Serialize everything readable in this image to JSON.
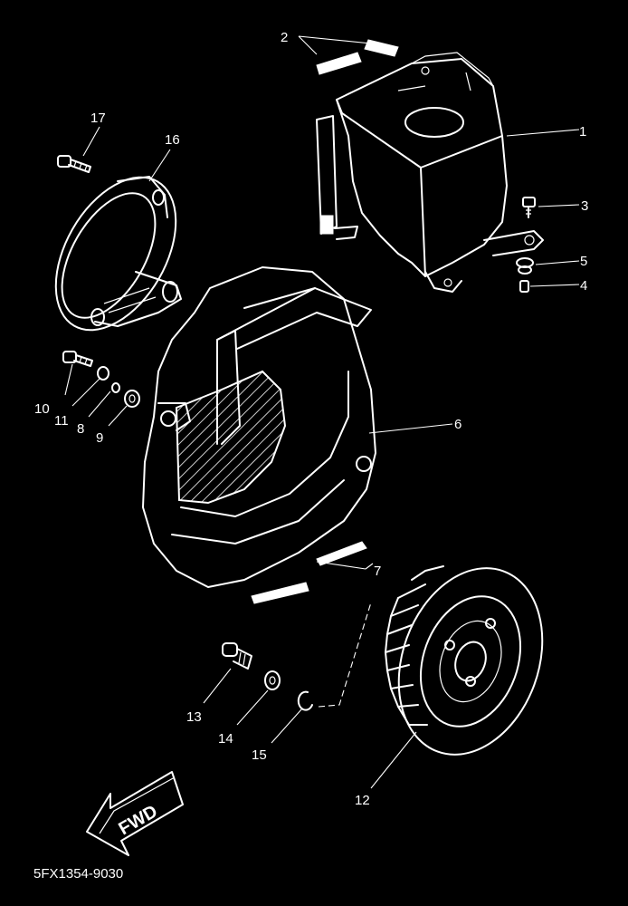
{
  "labels": {
    "p1": "1",
    "p2": "2",
    "p3": "3",
    "p4": "4",
    "p5": "5",
    "p6": "6",
    "p7": "7",
    "p8": "8",
    "p9": "9",
    "p10": "10",
    "p11": "11",
    "p12": "12",
    "p13": "13",
    "p14": "14",
    "p15": "15",
    "p16": "16",
    "p17": "17"
  },
  "fwd_label": "FWD",
  "diagram_code": "5FX1354-9030"
}
